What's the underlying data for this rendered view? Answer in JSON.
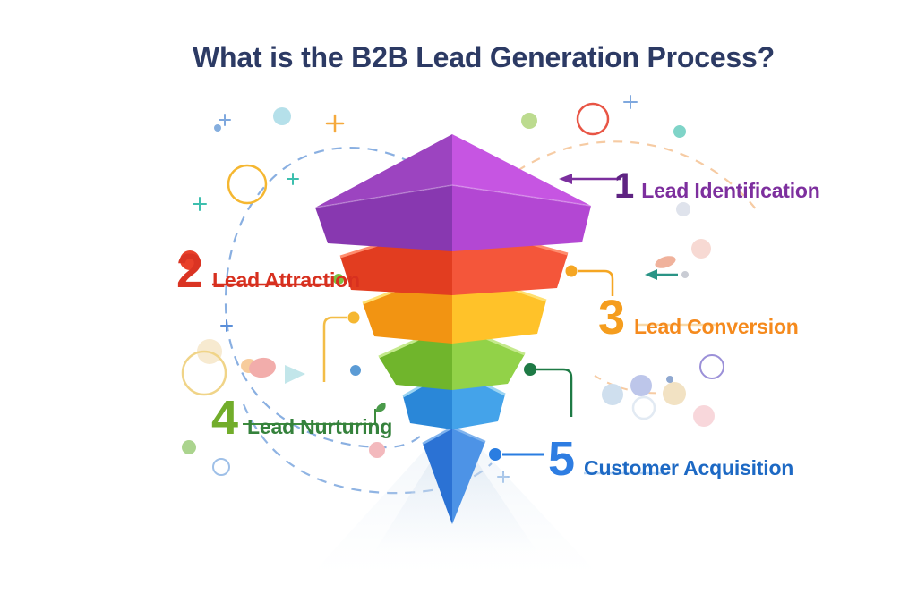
{
  "title": "What is the B2B Lead Generation Process?",
  "title_color": "#2c3a64",
  "steps": [
    {
      "number": "1",
      "label": "Lead Identification",
      "number_color": "#5e2382",
      "label_color": "#7d2f9e"
    },
    {
      "number": "2",
      "label": "Lead Attraction",
      "number_color": "#da3423",
      "label_color": "#d7301f"
    },
    {
      "number": "3",
      "label": "Lead Conversion",
      "number_color": "#f59d1e",
      "label_color": "#f58a1d"
    },
    {
      "number": "4",
      "label": "Lead Nurturing",
      "number_color": "#72ad2b",
      "label_color": "#35823c"
    },
    {
      "number": "5",
      "label": "Customer Acquisition",
      "number_color": "#2e7de2",
      "label_color": "#1d69c4"
    }
  ],
  "funnel": {
    "layers": [
      {
        "step": "1",
        "name": "Lead Identification",
        "top_left": "#9c44c0",
        "top_right": "#c655e2",
        "left": "#8838b0",
        "right": "#b347d3"
      },
      {
        "step": "2",
        "name": "Lead Attraction",
        "left": "#e23d20",
        "right": "#f4563a"
      },
      {
        "step": "3",
        "name": "Lead Conversion",
        "left": "#f29412",
        "right": "#ffc229"
      },
      {
        "step": "4",
        "name": "Lead Nurturing",
        "left": "#70b52c",
        "right": "#92d248"
      },
      {
        "step": "5",
        "name": "Customer Acquisition",
        "left": "#2a87d8",
        "right": "#44a3ea"
      },
      {
        "step": "tip",
        "name": "funnel tip",
        "left": "#2b72d4",
        "right": "#4d93e6"
      }
    ]
  }
}
